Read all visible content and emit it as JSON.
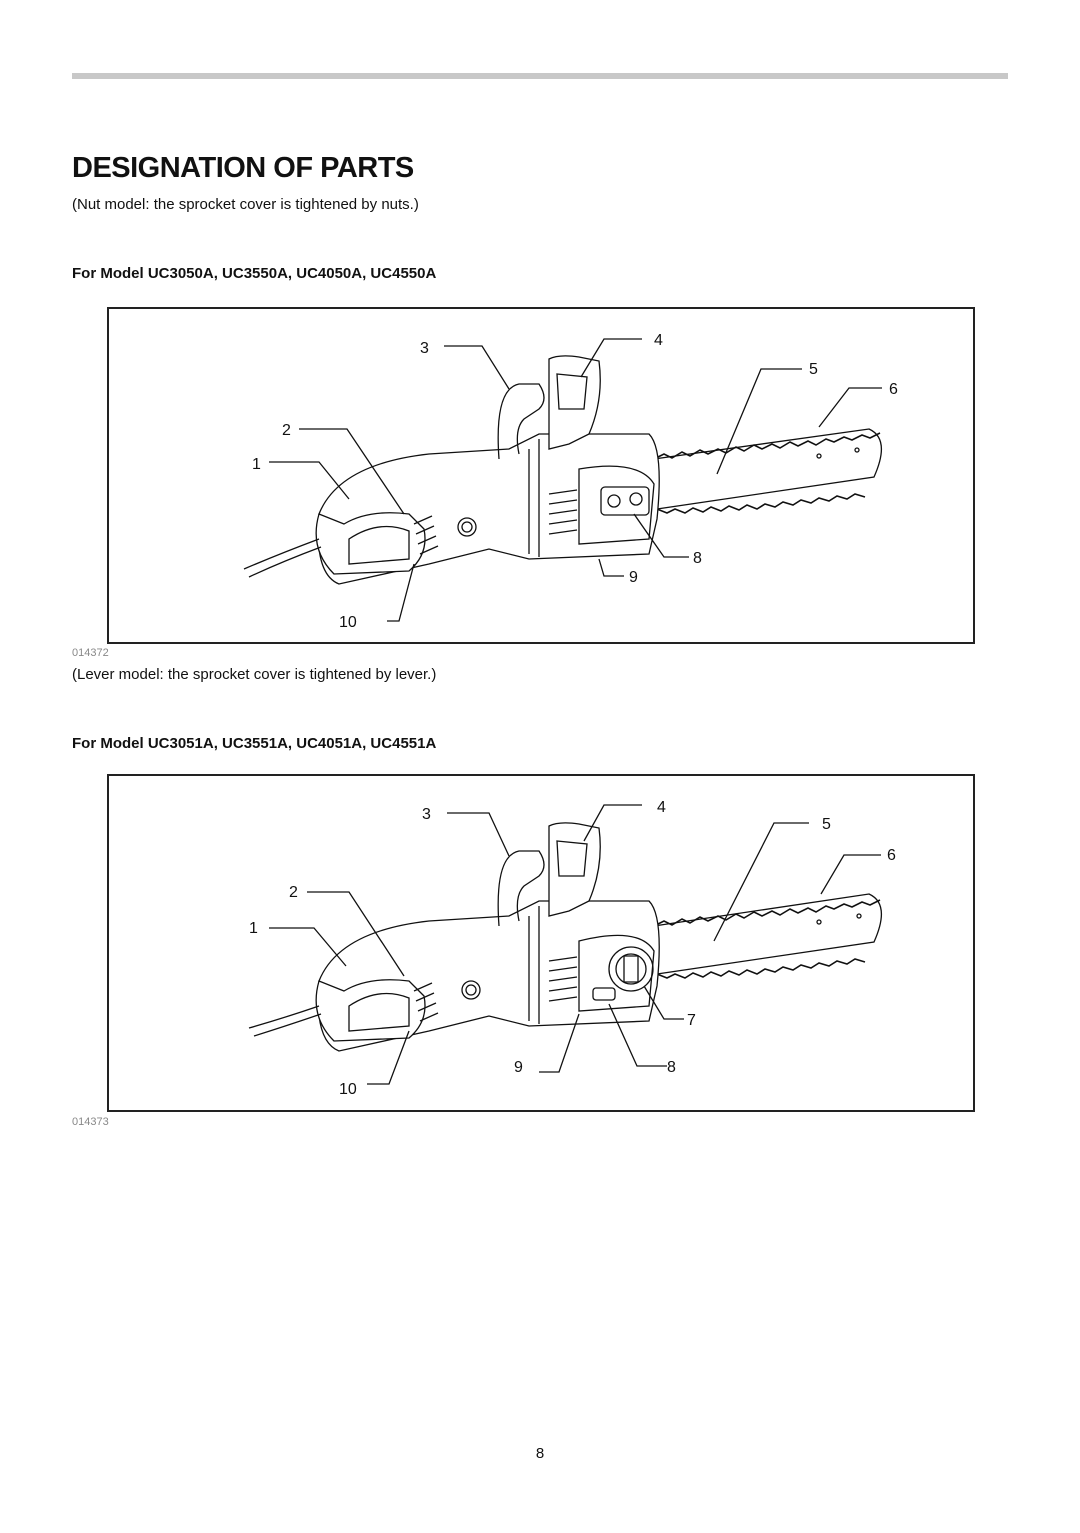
{
  "page": {
    "title": "DESIGNATION OF PARTS",
    "page_number": "8"
  },
  "sections": [
    {
      "note": "(Nut model: the sprocket cover is tightened by nuts.)",
      "model_heading": "For Model UC3050A, UC3550A, UC4050A, UC4550A",
      "figure_code": "014372",
      "callouts": [
        "1",
        "2",
        "3",
        "4",
        "5",
        "6",
        "8",
        "9",
        "10"
      ]
    },
    {
      "note": "(Lever model: the sprocket cover is tightened by lever.)",
      "model_heading": "For Model UC3051A, UC3551A, UC4051A, UC4551A",
      "figure_code": "014373",
      "callouts": [
        "1",
        "2",
        "3",
        "4",
        "5",
        "6",
        "7",
        "8",
        "9",
        "10"
      ]
    }
  ]
}
